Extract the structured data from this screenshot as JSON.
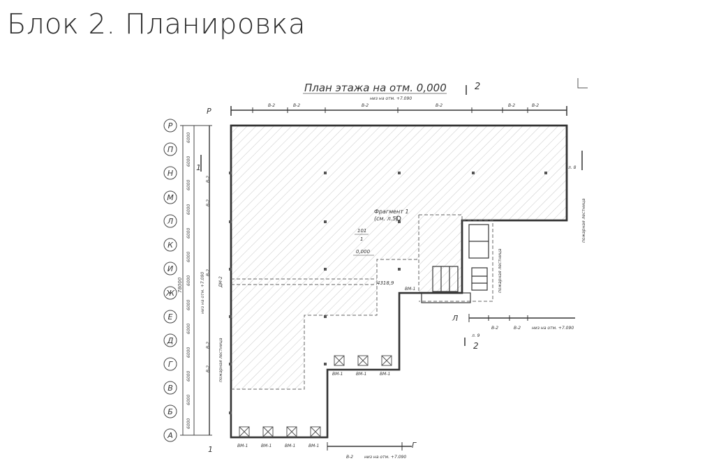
{
  "page": {
    "title": "Блок 2. Планировка"
  },
  "plan": {
    "heading": "План этажа на отм. 0,000",
    "section_mark": "2",
    "level_note_top": "низ на отм. +7.090",
    "level_note_bottom": "низ на отм. +7.090",
    "level_note_right": "низ на отм. +7.090",
    "level_note_left": "низ на отм. +7.090",
    "fragment_label": "Фрагмент 1",
    "fragment_ref": "(см. л.5)",
    "room_number": "101",
    "room_index": "1",
    "elevation": "0,000",
    "area_label": "4318,9",
    "axis_rows": [
      "Р",
      "П",
      "Н",
      "М",
      "Л",
      "К",
      "И",
      "Ж",
      "Е",
      "Д",
      "Г",
      "В",
      "Б",
      "А"
    ],
    "row_spacing": [
      "6000",
      "6000",
      "6000",
      "6000",
      "6000",
      "6000",
      "6000",
      "6000",
      "6000",
      "6000",
      "6000",
      "6000",
      "6000"
    ],
    "overall_dim": "78000",
    "axis_top_left": "Р",
    "axis_bottom_left": "1",
    "axis_bottom_mid": "Г",
    "axis_right_l": "Л",
    "axis_left_1": "1",
    "beam_top": [
      "В-2",
      "В-2",
      "В-2",
      "В-2",
      "В-2",
      "В-2"
    ],
    "beam_left": [
      "В-2",
      "В-2",
      "В-2",
      "В-2",
      "В-2"
    ],
    "beam_right_row": [
      "В-2",
      "В-2"
    ],
    "beam_bottom": "В-2",
    "gates_bottom": [
      "ВМ-1",
      "ВМ-1",
      "ВМ-1",
      "ВМ-1"
    ],
    "gates_inner": [
      "ВМ-1",
      "ВМ-1",
      "ВМ-1"
    ],
    "gate_side": "ВМ-1",
    "staircase_label": "пожарная лестница",
    "ref_8": "л. 8",
    "ref_9": "л. 9",
    "section_2_bottom": "2",
    "dm_label": "ДМ-2"
  }
}
